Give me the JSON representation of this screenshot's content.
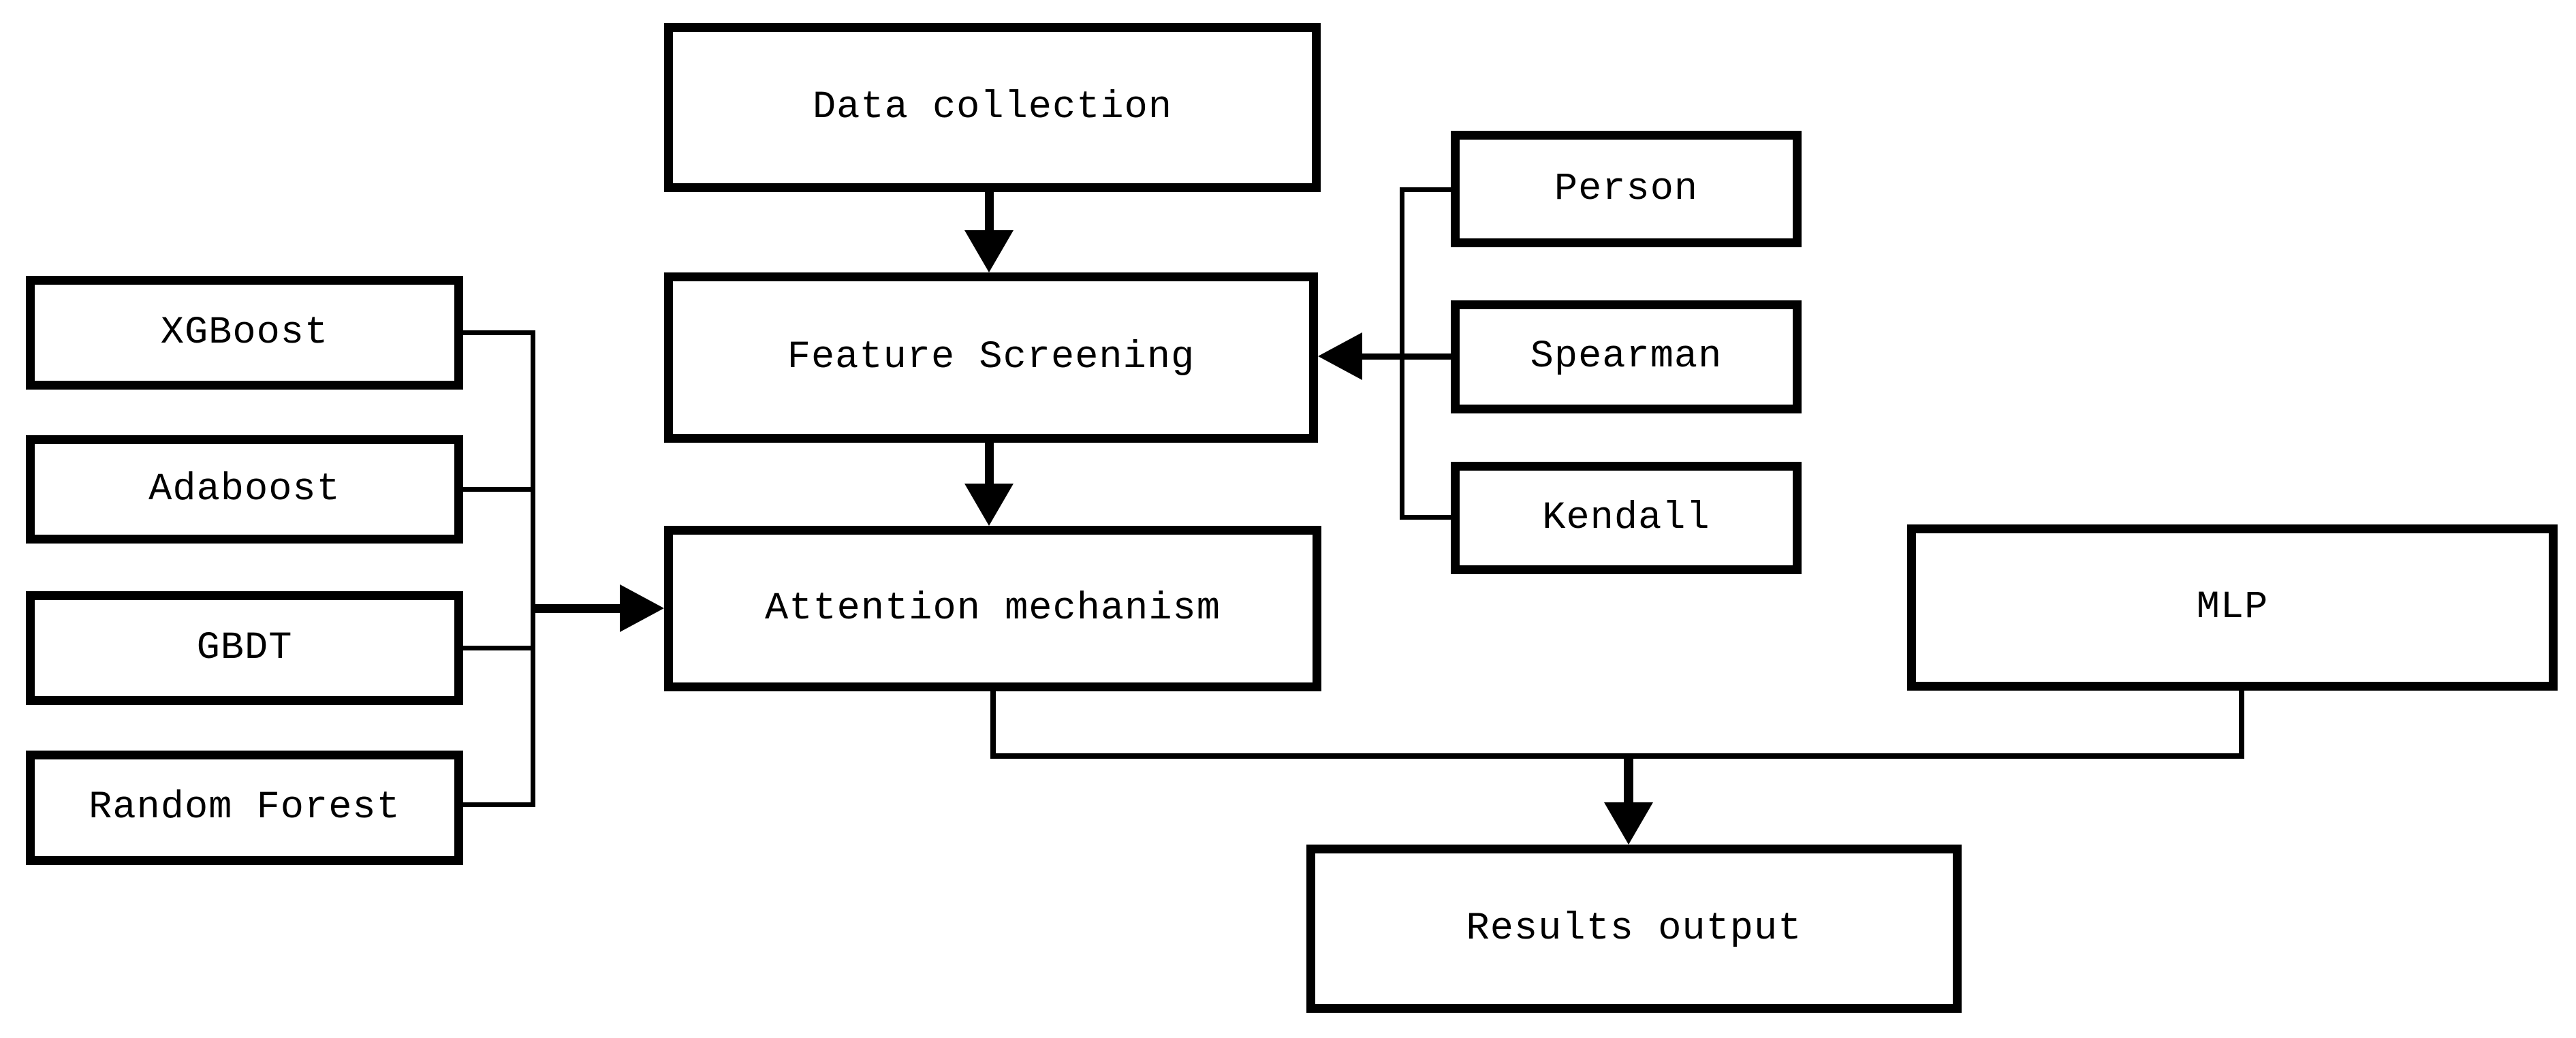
{
  "diagram": {
    "type": "flowchart",
    "background_color": "#ffffff",
    "line_color": "#000000",
    "nodes": {
      "data_collection": "Data collection",
      "feature_screening": "Feature Screening",
      "attention_mechanism": "Attention mechanism",
      "person": "Person",
      "spearman": "Spearman",
      "kendall": "Kendall",
      "xgboost": "XGBoost",
      "adaboost": "Adaboost",
      "gbdt": "GBDT",
      "random_forest": "Random Forest",
      "mlp": "MLP",
      "results_output": "Results output"
    },
    "edges": [
      {
        "from": "Data collection",
        "to": "Feature Screening",
        "style": "arrow-down"
      },
      {
        "from": "Person / Spearman / Kendall bracket",
        "to": "Feature Screening",
        "style": "arrow-left"
      },
      {
        "from": "Feature Screening",
        "to": "Attention mechanism",
        "style": "arrow-down"
      },
      {
        "from": "XGBoost / Adaboost / GBDT / Random Forest bracket",
        "to": "Attention mechanism",
        "style": "arrow-right"
      },
      {
        "from": "Attention mechanism",
        "to": "Results output",
        "style": "elbow-arrow-down"
      },
      {
        "from": "MLP",
        "to": "Results output",
        "style": "elbow-arrow-down"
      }
    ]
  }
}
